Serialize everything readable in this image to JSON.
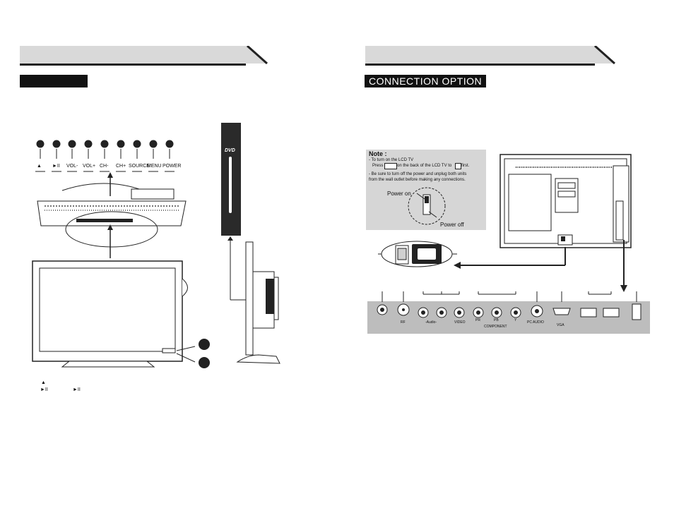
{
  "left_page": {
    "section_label": "",
    "buttons": [
      "▲",
      "►II",
      "VOL-",
      "VOL+",
      "CH-",
      "CH+",
      "SOURCE",
      "MENU",
      "POWER"
    ],
    "dvd_logo": "DVD",
    "footnotes": [
      "▲",
      "►II",
      "►II"
    ]
  },
  "right_page": {
    "section_label": "CONNECTION OPTION",
    "note": {
      "title": "Note :",
      "line1": "- To turn on the LCD TV",
      "line2a": "Press",
      "line2b": "on the back of the LCD TV to",
      "line2c": "first.",
      "line3": "- Be sure to turn off the power and unplug both units",
      "line4": "from the wall outlet before making any connections.",
      "power_on": "Power on",
      "power_off": "Power off"
    },
    "ports": {
      "rf": "RF",
      "audio": "-Audio-",
      "video": "VIDEO",
      "pr": "PR",
      "pb": "PB",
      "y": "Y",
      "component": "COMPONENT",
      "pc_audio": "PC AUDIO",
      "vga": "VGA"
    }
  }
}
